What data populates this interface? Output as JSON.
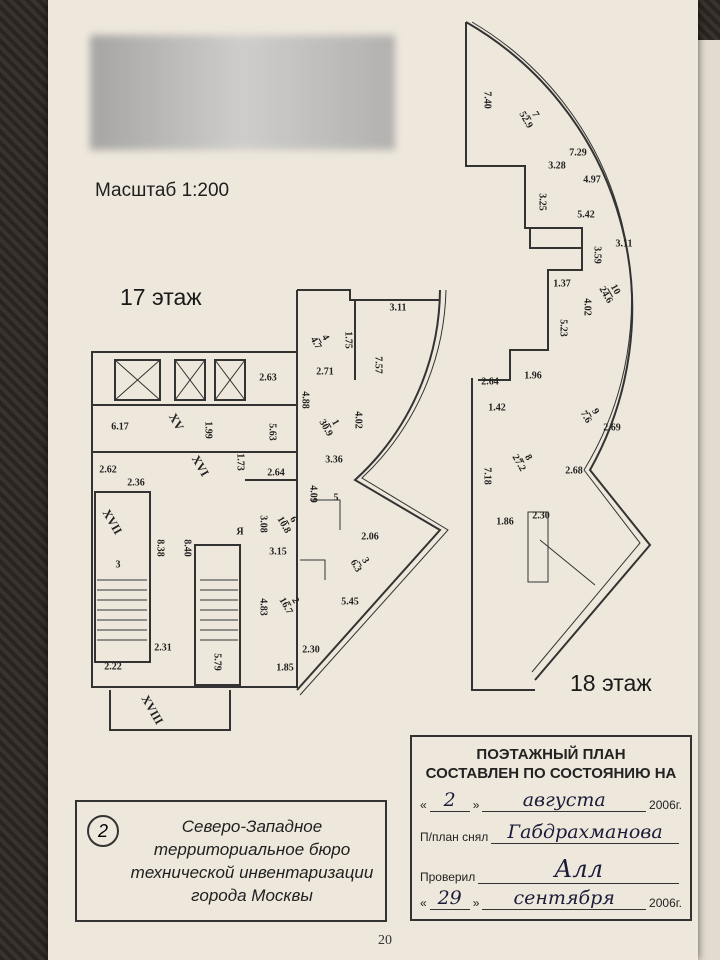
{
  "header": {
    "scale_label": "Масштаб 1:200"
  },
  "plan17": {
    "floor_label": "17 этаж",
    "labels": [
      "3.11",
      "1.75",
      "7.57",
      "2.71",
      "2.63",
      "4.88",
      "4.02",
      "6.17",
      "1.99",
      "5.63",
      "1.73",
      "2.64",
      "2.62",
      "2.36",
      "3.36",
      "4.09",
      "5",
      "3.08",
      "8.38",
      "8.40",
      "3.15",
      "2.06",
      "3",
      "4.83",
      "5.45",
      "2.30",
      "2.31",
      "2.22",
      "5.79",
      "1.85",
      "Я"
    ],
    "roman": [
      "XV",
      "XVI",
      "XVII",
      "XVIII"
    ],
    "rooms": [
      {
        "num": "4",
        "area": "4.7"
      },
      {
        "num": "1",
        "area": "30.9"
      },
      {
        "num": "6",
        "area": "10.8"
      },
      {
        "num": "3",
        "area": "6.3"
      },
      {
        "num": "2",
        "area": "16.7"
      }
    ]
  },
  "plan18": {
    "floor_label": "18 этаж",
    "labels": [
      "7.40",
      "7.29",
      "3.28",
      "4.97",
      "3.25",
      "5.42",
      "3.11",
      "3.59",
      "1.37",
      "4.02",
      "5.23",
      "2.64",
      "1.96",
      "1.42",
      "2.69",
      "7.18",
      "2.68",
      "2.30",
      "1.86"
    ],
    "rooms": [
      {
        "num": "7",
        "area": "52.9"
      },
      {
        "num": "10",
        "area": "24.6"
      },
      {
        "num": "9",
        "area": "7.6"
      },
      {
        "num": "8",
        "area": "27.2"
      }
    ]
  },
  "bureau_stamp": {
    "number": "2",
    "lines": [
      "Северо-Западное",
      "территориальное бюро",
      "технической инвентаризации",
      "города Москвы"
    ]
  },
  "plan_stamp": {
    "title1": "ПОЭТАЖНЫЙ ПЛАН",
    "title2": "СОСТАВЛЕН ПО СОСТОЯНИЮ НА",
    "date1_day": "2",
    "date1_month": "августа",
    "date1_year": "2006",
    "year_suffix": "г.",
    "surveyed_label": "П/план снял",
    "surveyed_by": "Габдрахманова",
    "checked_label": "Проверил",
    "checked_signature": "Алл",
    "date2_day": "29",
    "date2_month": "сентября",
    "date2_year": "2006"
  },
  "page_number": "20"
}
